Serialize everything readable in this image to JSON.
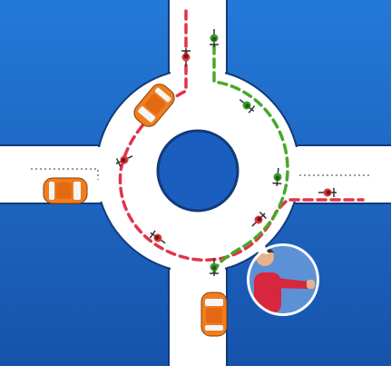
{
  "diagram": {
    "colors": {
      "sky_top": "#1d6fd0",
      "sky_bottom": "#1456ad",
      "road": "#ffffff",
      "road_edge": "#123a7a",
      "island": "#1a5fc0",
      "left_turn_path": "#e2334a",
      "right_turn_path": "#48a82a",
      "car_body": "#f07d1f",
      "car_glass": "#f7f7f7",
      "cyclist_red": "#d73b3b",
      "cyclist_green": "#3f9b2f",
      "inset_bg": "#5c91d6"
    },
    "elements": {
      "roundabout": "road-roundabout",
      "central_island": "traffic-island",
      "vehicles": [
        "car-north",
        "car-west",
        "car-south"
      ],
      "cyclists": [
        "cyclist-red",
        "cyclist-green"
      ],
      "inset": "hand-signal-inset"
    }
  }
}
